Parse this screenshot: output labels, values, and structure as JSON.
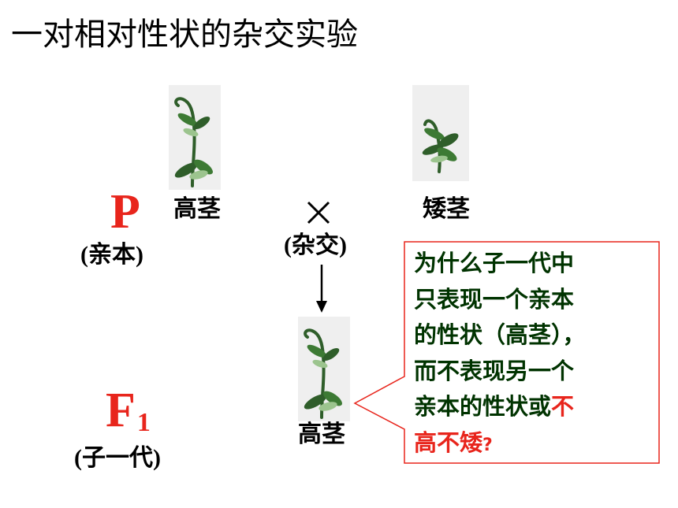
{
  "title": "一对相对性状的杂交实验",
  "parent": {
    "symbol": "P",
    "name": "(亲本)",
    "tall_label": "高茎",
    "dwarf_label": "矮茎"
  },
  "cross": {
    "symbol": "×",
    "name": "(杂交)"
  },
  "f1": {
    "symbol": "F",
    "subscript": "1",
    "name": "(子一代)",
    "plant_label": "高茎"
  },
  "callout": {
    "line1": "为什么子一代中",
    "line2": "只表现一个亲本",
    "line3": "的性状（高茎），",
    "line4": "而不表现另一个",
    "line5_prefix": "亲本的性状或",
    "line5_highlight": "不",
    "line6_highlight": "高不矮",
    "line6_suffix": "?"
  },
  "colors": {
    "accent_red": "#e8251c",
    "callout_text": "#003300",
    "callout_border": "#e8251c",
    "leaf_green": "#2f5e2a",
    "leaf_light": "#9cc48e"
  }
}
